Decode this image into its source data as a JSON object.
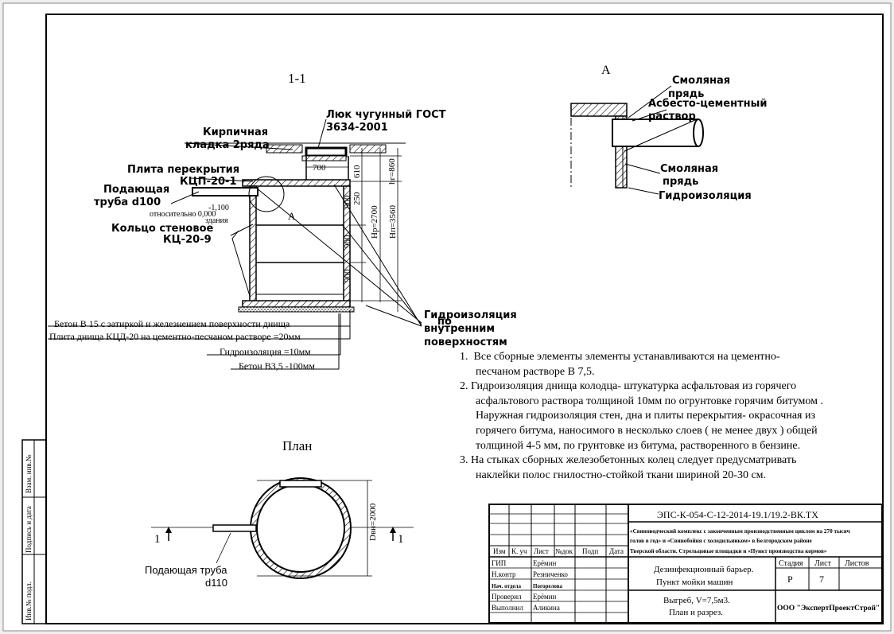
{
  "section_title": "1-1",
  "detail_title": "А",
  "plan_title": "План",
  "labels": {
    "cast_hatch": [
      "Люк чугунный ГОСТ",
      "3634-2001"
    ],
    "brick": [
      "Кирпичная",
      "кладка 2ряда"
    ],
    "slab": [
      "Плита перекрытия",
      "КЦП-20-1"
    ],
    "inlet": [
      "Подающая",
      "труба d100"
    ],
    "elev": "-1,100",
    "elev_note": [
      "относительно 0,000",
      "здания"
    ],
    "ring": [
      "Кольцо стеновое",
      "КЦ-20-9"
    ],
    "callout_a": "А",
    "inner_waterproof": [
      "Гидроизоляция",
      "по",
      "внутренним",
      "поверхностям"
    ],
    "resin1": [
      "Смоляная",
      "прядь"
    ],
    "asbestos": [
      "Асбесто-цементный",
      "раствор"
    ],
    "resin2": [
      "Смоляная",
      "прядь"
    ],
    "waterproof": "Гидроизоляция",
    "plan_pipe": [
      "Подающая труба",
      "d110"
    ],
    "cut_mark": "1"
  },
  "dimensions": {
    "d700": "700",
    "d610": "610",
    "d250": "250",
    "d900a": "900",
    "d900b": "900",
    "d900c": "900",
    "hr": "hг=860",
    "hp": "Hр=2700",
    "hn": "Hп=3560",
    "dvn": "Dвн=2000"
  },
  "materials": [
    "Бетон В 15 с затиркой и железнением поверхности днища",
    "Плита днища КЦД-20 на цементно-песчаном растворе    =20мм",
    "Гидроизоляция     =10мм",
    "Бетон В3,5 -100мм"
  ],
  "notes": [
    {
      "num": "1.",
      "lines": [
        "Все сборные элементы элементы устанавливаются на цементно-",
        "песчаном растворе В 7,5."
      ]
    },
    {
      "num": "2.",
      "lines": [
        "Гидроизоляция днища колодца- штукатурка асфальтовая из горячего",
        "асфальтового раствора толщиной 10мм по огрунтовке горячим битумом .",
        "Наружная гидроизоляция стен, дна и плиты перекрытия- окрасочная из",
        "горячего битума, наносимого в несколько слоев ( не менее двух ) общей",
        "толщиной 4-5 мм, по грунтовке из битума, растворенного  в бензине."
      ]
    },
    {
      "num": "3.",
      "lines": [
        "На стыках сборных железобетонных колец следует предусматривать",
        "наклейки полос гнилостно-стойкой ткани шириной 20-30 см."
      ]
    }
  ],
  "title_block": {
    "code": "ЭПС-К-054-С-12-2014-19.1/19.2-ВК.ТХ",
    "project": [
      "«Свиноводческий комплекс с законченным производственным циклом на 270 тысяч",
      "голов в год» и «Свинобойня с холодильником» в Белгородском районе",
      "Тверской области. Стрельцовые площадки и «Пункт производства кормов»"
    ],
    "head": [
      "Изм",
      "К. уч",
      "Лист",
      "№док",
      "Подп",
      "Дата"
    ],
    "roles": [
      "ГИП",
      "Н.контр",
      "Нач. отдела",
      "Проверил",
      "Выполнил"
    ],
    "names": [
      "Ерёмин",
      "Резниченко",
      "Погорелова",
      "Ерёмин",
      "Аликина"
    ],
    "title1": [
      "Дезинфекционный барьер.",
      "Пункт мойки машин"
    ],
    "title2": [
      "Выгреб, V=7,5м3.",
      "План и разрез."
    ],
    "stage_head": [
      "Стадия",
      "Лист",
      "Листов"
    ],
    "stage": "Р",
    "sheet": "7",
    "sheets": "",
    "company": "ООО \"ЭкспертПроектСтрой\""
  },
  "margin_stamp": [
    "Инв.№ подл.",
    "Подпись и дата",
    "Взам. инв.№"
  ]
}
